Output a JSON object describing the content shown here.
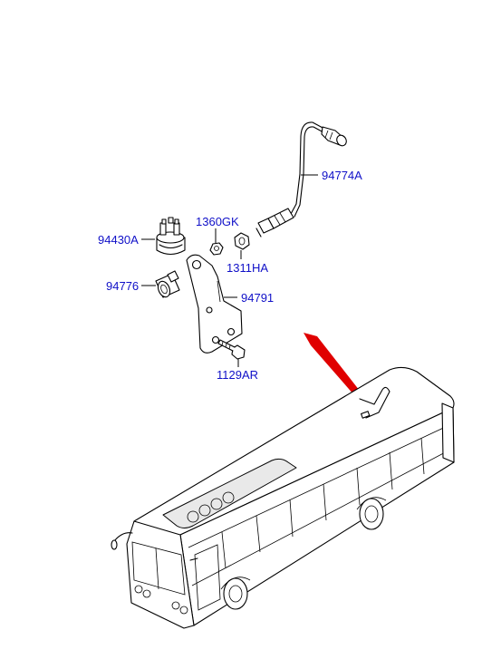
{
  "colors": {
    "label": "#1010c8",
    "line": "#000000",
    "pointer_arrow": "#e00000",
    "background": "#ffffff"
  },
  "parts": [
    {
      "id": "94774A",
      "label": "94774A"
    },
    {
      "id": "94430A",
      "label": "94430A"
    },
    {
      "id": "1360GK",
      "label": "1360GK"
    },
    {
      "id": "1311HA",
      "label": "1311HA"
    },
    {
      "id": "94776",
      "label": "94776"
    },
    {
      "id": "94791",
      "label": "94791"
    },
    {
      "id": "1129AR",
      "label": "1129AR"
    }
  ],
  "icons": {
    "pointer": "red-pointer-arrow-icon",
    "vehicle": "bus-icon"
  }
}
